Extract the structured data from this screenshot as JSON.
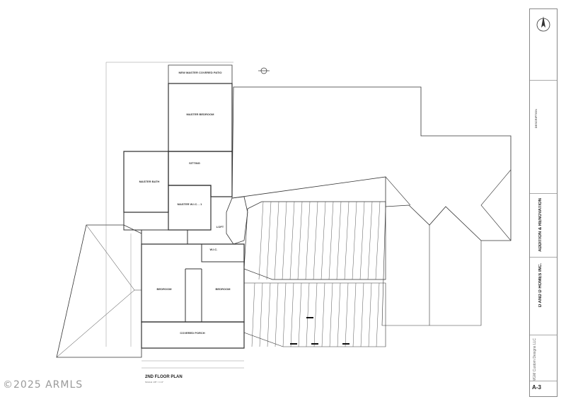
{
  "watermark": "©2025 ARMLS",
  "drawing": {
    "title": "2ND FLOOR PLAN",
    "scale": "SCALE: 1/8\" = 1'-0\""
  },
  "rooms": {
    "patio": "NEW MASTER COVERED PATIO",
    "master_bedroom": "MASTER BEDROOM",
    "sitting": "SITTING",
    "master_bath": "MASTER BATH",
    "master_wic": "MASTER W.I.C. - 1",
    "loft": "LOFT",
    "wic": "W.I.C.",
    "bedroom_left": "BEDROOM",
    "bedroom_right": "BEDROOM",
    "covered_porch": "COVERED PORCH"
  },
  "title_block": {
    "company": "D AND D HOMES INC.",
    "project": "ADDITION & RENOVATION",
    "sheet": "A-3",
    "designer": "MGM Custom Designs LLC",
    "description": "DESCRIPTION"
  },
  "icons": [
    "north-arrow-icon",
    "section-marker-icon"
  ]
}
